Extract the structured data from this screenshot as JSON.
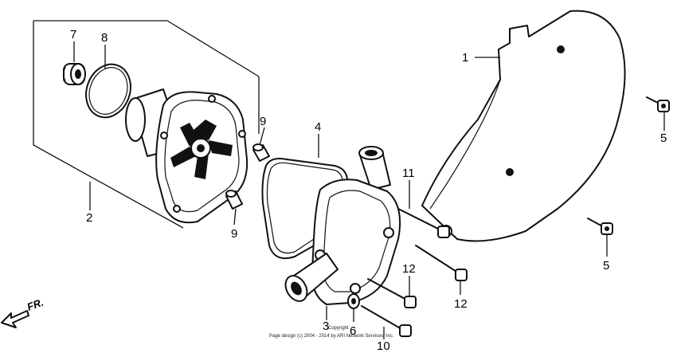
{
  "diagram": {
    "callouts": {
      "c1": "1",
      "c2": "2",
      "c3": "3",
      "c4": "4",
      "c5a": "5",
      "c5b": "5",
      "c6": "6",
      "c7": "7",
      "c8": "8",
      "c9a": "9",
      "c9b": "9",
      "c10": "10",
      "c11": "11",
      "c12a": "12",
      "c12b": "12"
    },
    "direction_label": "FR.",
    "footer_line1": "Copyright",
    "footer_line2": "Page design (c) 2004 - 2014 by ARI Network Services, Inc."
  }
}
